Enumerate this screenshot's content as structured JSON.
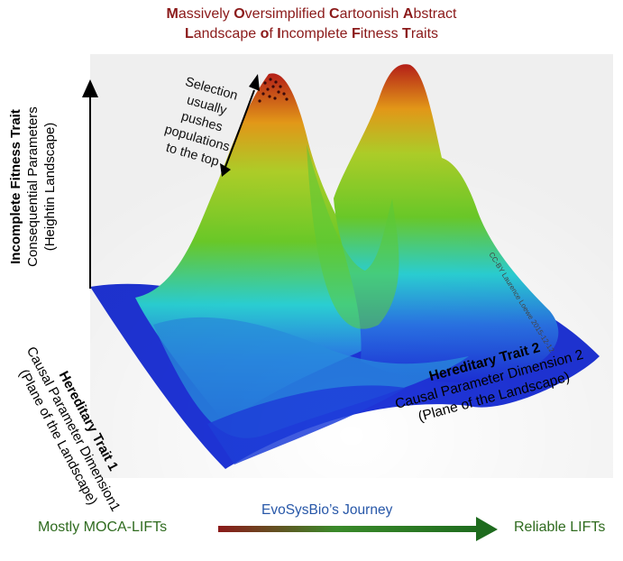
{
  "title": {
    "line1": "Massively Oversimplified Cartoonish Abstract",
    "line2": "Landscape of Incomplete Fitness Traits"
  },
  "annotation": {
    "lines": [
      "Selection",
      "usually",
      "pushes",
      "populations",
      "to the top"
    ]
  },
  "axis_vertical": {
    "line1": "Incomplete Fitness Trait",
    "line2": "Consequential Parameters",
    "line3": "(Heightin Landscape)"
  },
  "trait1": {
    "line1": "Hereditary Trait 1",
    "line2": "Causal Parameter Dimension1",
    "line3": "(Plane of the Landscape)"
  },
  "trait2": {
    "line1": "Hereditary Trait 2",
    "line2": "Causal Parameter Dimension 2",
    "line3": "(Plane of the Landscape)"
  },
  "credit": "CC-BY Laurence Loewe 2015-12-12",
  "journey": {
    "left": "Mostly MOCA-LIFTs",
    "middle": "EvoSysBio’s Journey",
    "right": "Reliable LIFTs"
  },
  "colors": {
    "title": "#8b1a1a",
    "journey_start": "#8b1a1a",
    "journey_end": "#1e6b1e",
    "journey_text": "#2757a8",
    "surface_low": "#1c2fd6",
    "surface_mid": "#2bd4d8",
    "surface_green": "#6ed12a",
    "surface_high": "#f1a11a",
    "surface_peak": "#c0211a"
  }
}
